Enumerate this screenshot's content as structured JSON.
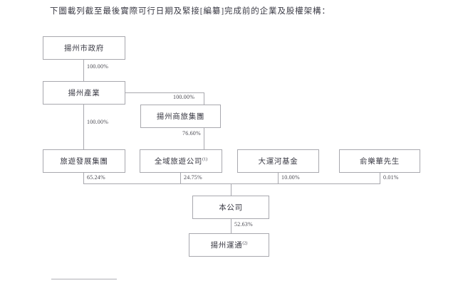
{
  "document": {
    "intro_text": "下圖載列截至最後實際可行日期及緊接[編纂]完成前的企業及股權架構："
  },
  "chart_data": {
    "type": "diagram",
    "title": "企業及股權架構",
    "nodes": [
      {
        "id": "yangzhou-municipal-government",
        "label": "揚州市政府",
        "superscript": ""
      },
      {
        "id": "yangzhou-industry",
        "label": "揚州產業",
        "superscript": ""
      },
      {
        "id": "yangzhou-business-travel-group",
        "label": "揚州商旅集團",
        "superscript": ""
      },
      {
        "id": "tourism-development-group",
        "label": "旅遊發展集團",
        "superscript": ""
      },
      {
        "id": "quanyu-tourism-company",
        "label": "全域旅遊公司",
        "superscript": "(1)"
      },
      {
        "id": "grand-canal-fund",
        "label": "大運河基金",
        "superscript": ""
      },
      {
        "id": "mr-yu-lehua",
        "label": "俞樂華先生",
        "superscript": ""
      },
      {
        "id": "the-company",
        "label": "本公司",
        "superscript": ""
      },
      {
        "id": "yangzhou-yuntong",
        "label": "揚州運通",
        "superscript": "(2)"
      }
    ],
    "edges": [
      {
        "from": "yangzhou-municipal-government",
        "to": "yangzhou-industry",
        "percent": "100.00%"
      },
      {
        "from": "yangzhou-industry",
        "to": "yangzhou-business-travel-group",
        "percent": "100.00%"
      },
      {
        "from": "yangzhou-industry",
        "to": "tourism-development-group",
        "percent": "100.00%"
      },
      {
        "from": "yangzhou-business-travel-group",
        "to": "quanyu-tourism-company",
        "percent": "76.60%"
      },
      {
        "from": "tourism-development-group",
        "to": "the-company",
        "percent": "65.24%"
      },
      {
        "from": "quanyu-tourism-company",
        "to": "the-company",
        "percent": "24.75%"
      },
      {
        "from": "grand-canal-fund",
        "to": "the-company",
        "percent": "10.00%"
      },
      {
        "from": "mr-yu-lehua",
        "to": "the-company",
        "percent": "0.01%"
      },
      {
        "from": "the-company",
        "to": "yangzhou-yuntong",
        "percent": "52.63%"
      }
    ],
    "colors": {
      "border": "#a8a8ae",
      "text": "#3a3a44",
      "background": "#ffffff"
    }
  }
}
